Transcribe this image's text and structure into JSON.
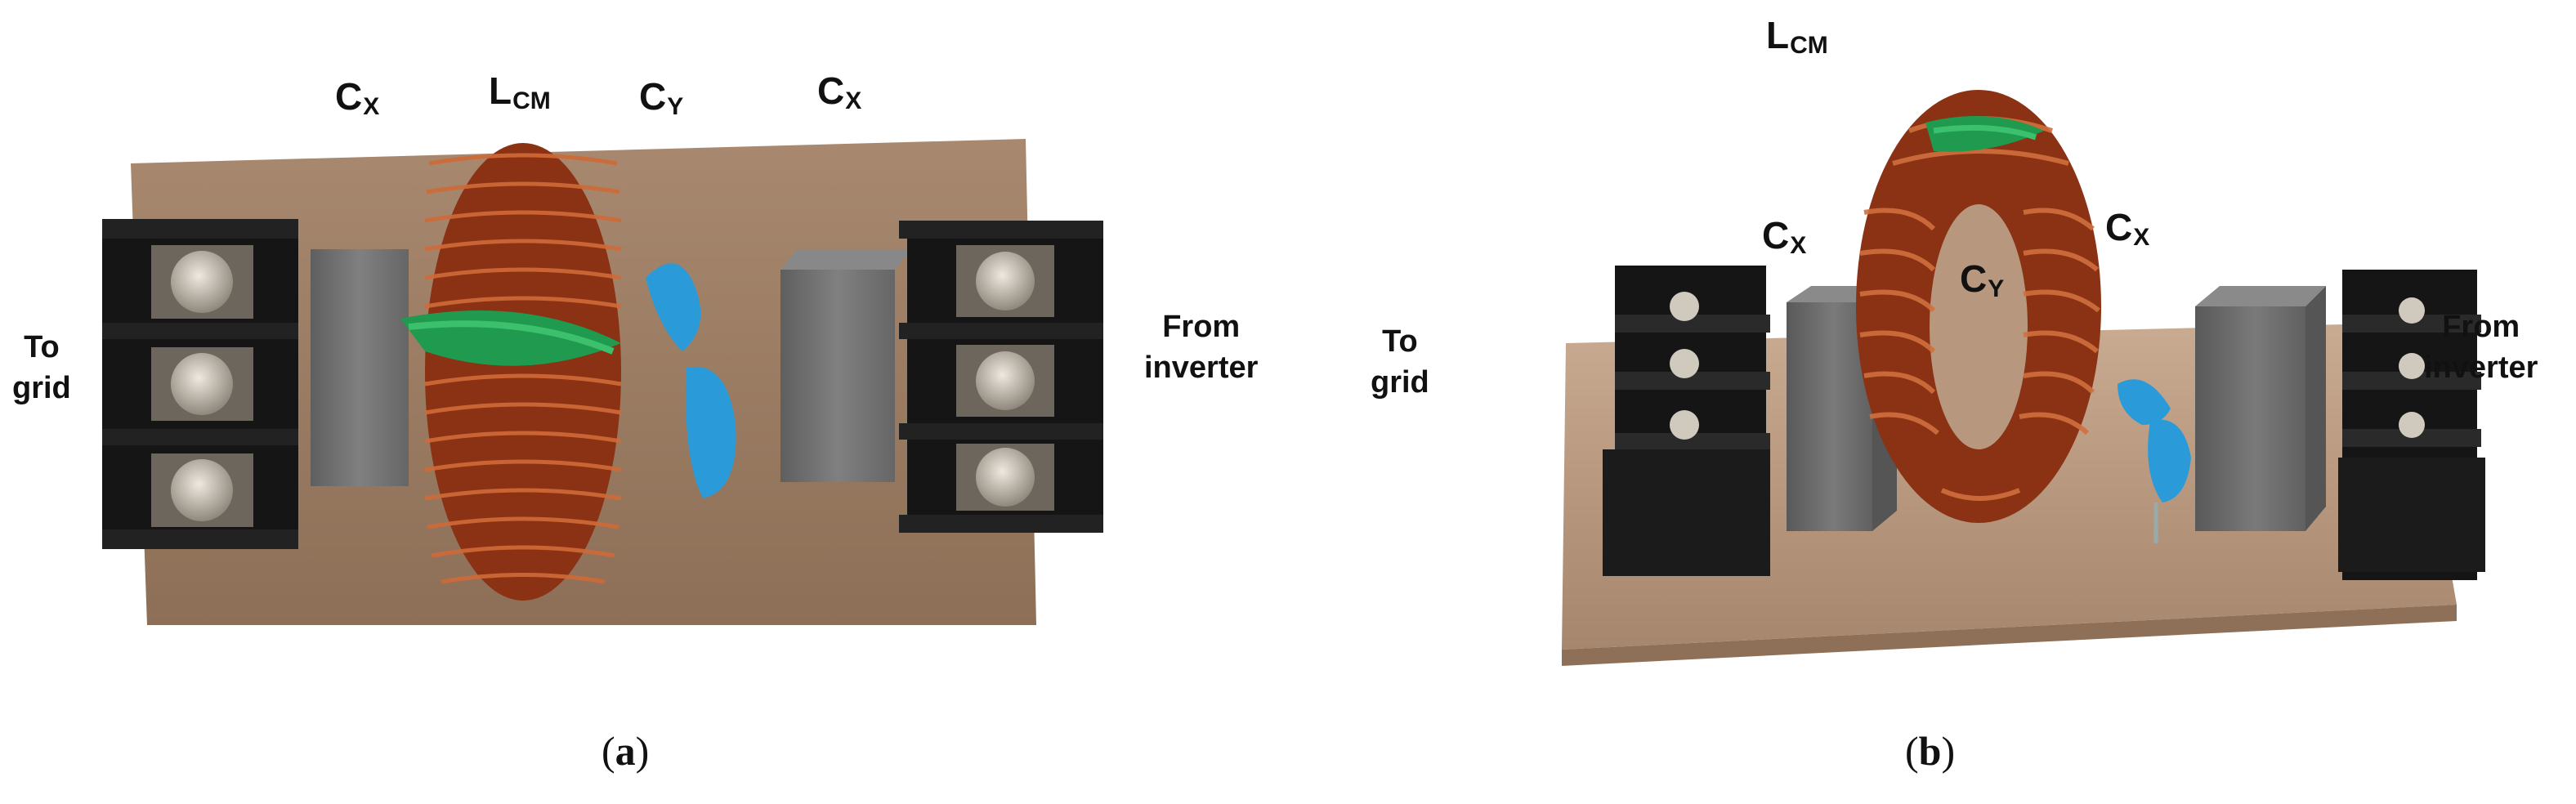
{
  "panels": [
    {
      "caption_open": "(",
      "caption_letter": "a",
      "caption_close": ")",
      "labels": {
        "cx_left": {
          "main": "C",
          "sub": "X"
        },
        "lcm": {
          "main": "L",
          "sub": "CM"
        },
        "cy": {
          "main": "C",
          "sub": "Y"
        },
        "cx_right": {
          "main": "C",
          "sub": "X"
        },
        "left_side": [
          "To",
          "grid"
        ],
        "right_side": [
          "From",
          "inverter"
        ]
      }
    },
    {
      "caption_open": "(",
      "caption_letter": "b",
      "caption_close": ")",
      "labels": {
        "cx_left": {
          "main": "C",
          "sub": "X"
        },
        "lcm": {
          "main": "L",
          "sub": "CM"
        },
        "cy": {
          "main": "C",
          "sub": "Y"
        },
        "cx_right": {
          "main": "C",
          "sub": "X"
        },
        "left_side": [
          "To",
          "grid"
        ],
        "right_side": [
          "From",
          "inverter"
        ]
      }
    }
  ],
  "colors": {
    "pcb": "#9c7d63",
    "pcb_light": "#c4a58c",
    "terminal": "#151515",
    "capacitor": "#737373",
    "copper": "#9a3a16",
    "copper_light": "#d0703e",
    "green_wire": "#1f9a4e",
    "y_cap": "#2b9ad8",
    "screw": "#c9c3b8"
  }
}
